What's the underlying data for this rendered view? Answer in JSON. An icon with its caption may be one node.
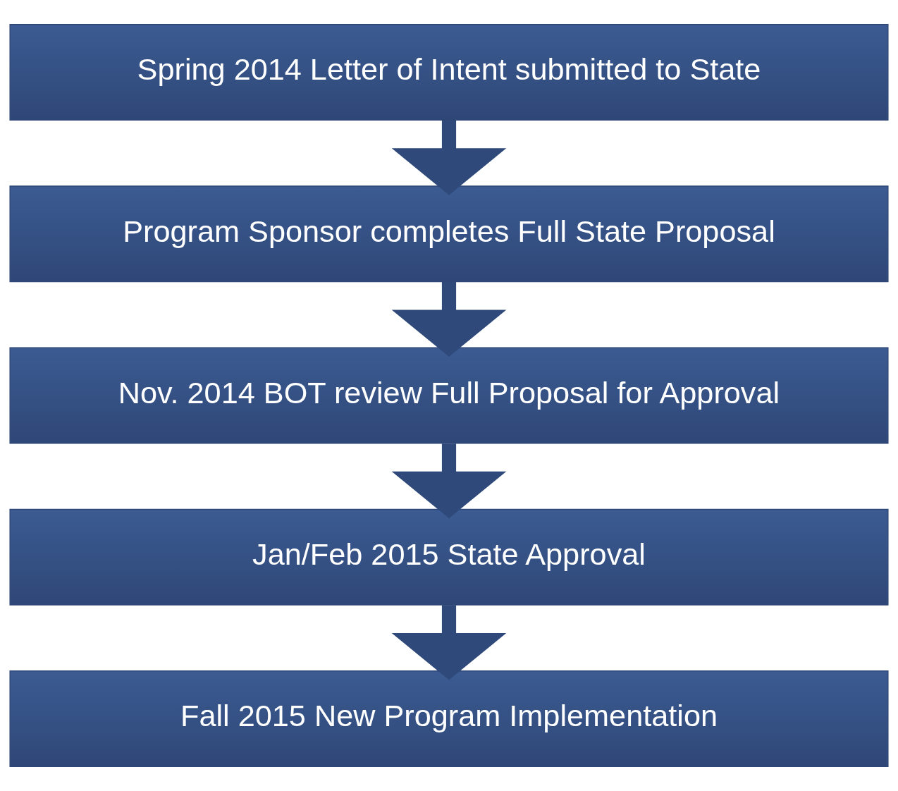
{
  "diagram": {
    "nodes": [
      {
        "text": [
          "Spring 2014 Letter of Intent submitted to State"
        ]
      },
      {
        "text": [
          "Program Sponsor completes Full State Proposal"
        ]
      },
      {
        "text": [
          "Nov. 2014 BOT review Full Proposal for Approval"
        ]
      },
      {
        "text": [
          "Jan/Feb 2015 State Approval"
        ]
      },
      {
        "text": [
          "Fall 2015 New Program Implementation"
        ]
      }
    ],
    "edges": [
      {
        "from": 0,
        "to": 1,
        "arrow": "to"
      },
      {
        "from": 1,
        "to": 2,
        "arrow": "to"
      },
      {
        "from": 2,
        "to": 3,
        "arrow": "to"
      },
      {
        "from": 3,
        "to": 4,
        "arrow": "to"
      }
    ]
  }
}
